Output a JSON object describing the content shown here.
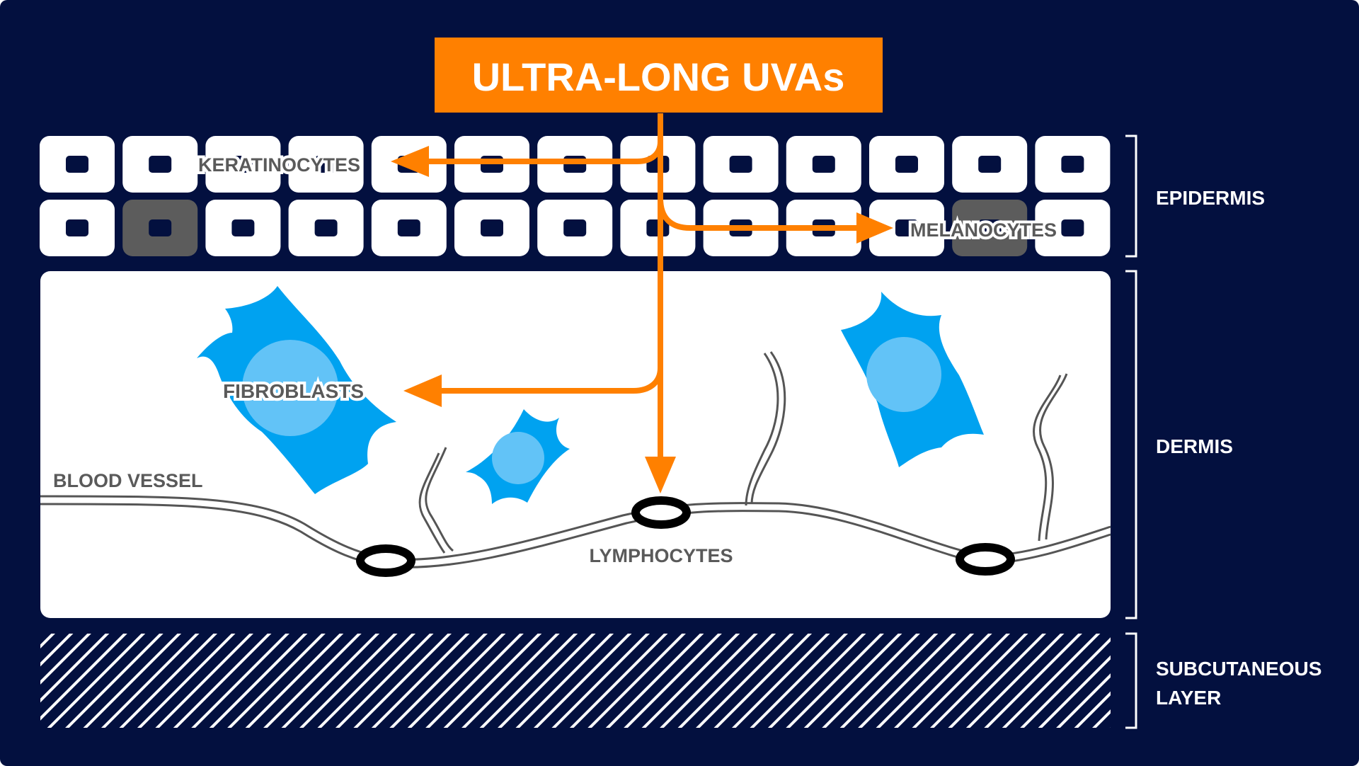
{
  "title": "ULTRA-LONG UVAs",
  "labels": {
    "keratinocytes": "KERATINOCYTES",
    "melanocytes": "MELANOCYTES",
    "fibroblasts": "FIBROBLASTS",
    "blood_vessel": "BLOOD VESSEL",
    "lymphocytes": "LYMPHOCYTES"
  },
  "layers": {
    "epidermis": "EPIDERMIS",
    "dermis": "DERMIS",
    "subcutaneous_line1": "SUBCUTANEOUS",
    "subcutaneous_line2": "LAYER"
  },
  "colors": {
    "background": "#03103f",
    "accent_orange": "#ff8000",
    "cell_blue": "#00a2f0",
    "nucleus_blue": "#62c3f7",
    "melanocyte_gray": "#5c5c5c",
    "label_gray": "#5a5a5a"
  }
}
